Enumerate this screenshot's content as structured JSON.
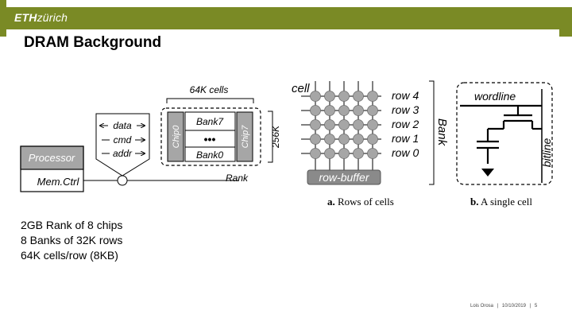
{
  "header": {
    "logo_bold": "ETH",
    "logo_light": "zürich"
  },
  "page_title": "DRAM Background",
  "diagram": {
    "processor": "Processor",
    "memctrl": "Mem.Ctrl",
    "signals": [
      "data",
      "cmd",
      "addr"
    ],
    "cells_label": "64K cells",
    "chip0": "Chip0",
    "chip7": "Chip7",
    "bank7": "Bank7",
    "bank0": "Bank0",
    "dots": "•••",
    "rank": "Rank",
    "rows256": "256K",
    "cell": "cell",
    "rows": [
      "row 4",
      "row 3",
      "row 2",
      "row 1",
      "row 0"
    ],
    "row_buffer": "row-buffer",
    "bank": "Bank",
    "wordline": "wordline",
    "bitline": "bitline",
    "caption_a_bold": "a.",
    "caption_a_text": "Rows of cells",
    "caption_b_bold": "b.",
    "caption_b_text": "A single cell"
  },
  "notes": [
    "2GB Rank of 8 chips",
    "8 Banks of 32K rows",
    "64K cells/row (8KB)"
  ],
  "footer": {
    "author": "Lois Orosa",
    "sep": "|",
    "date": "10/10/2019",
    "page": "5"
  },
  "colors": {
    "accent": "#7a8a25",
    "cell_fill": "#a6a6a6",
    "chip_fill": "#a6a6a6",
    "buffer_fill": "#8a8a8a"
  }
}
